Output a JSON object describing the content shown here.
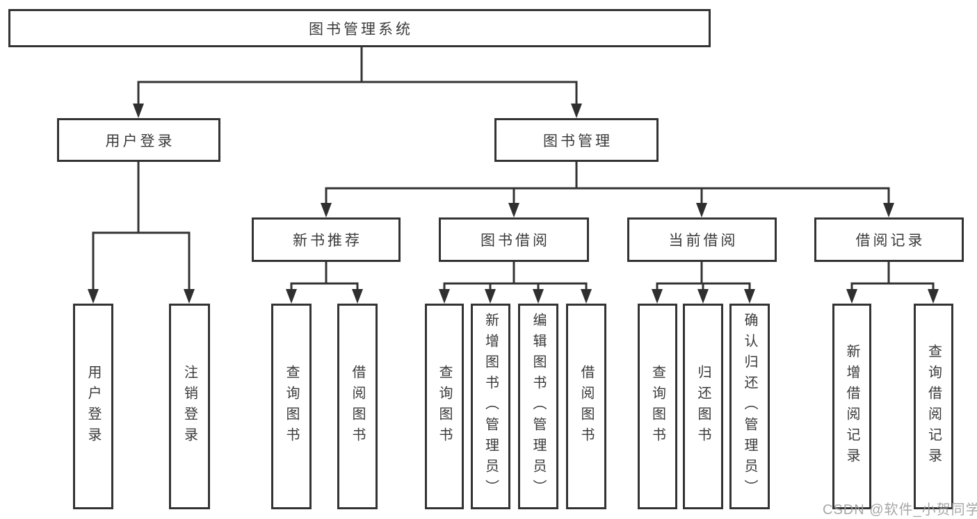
{
  "diagram": {
    "title": "图书管理系统",
    "root": {
      "label": "图书管理系统"
    },
    "user_login": {
      "label": "用户登录",
      "children": [
        {
          "label": "用户登录"
        },
        {
          "label": "注销登录"
        }
      ]
    },
    "book_management": {
      "label": "图书管理",
      "sections": [
        {
          "label": "新书推荐",
          "children": [
            {
              "label": "查询图书"
            },
            {
              "label": "借阅图书"
            }
          ]
        },
        {
          "label": "图书借阅",
          "children": [
            {
              "label": "查询图书"
            },
            {
              "label": "新增图书（管理员）"
            },
            {
              "label": "编辑图书（管理员）"
            },
            {
              "label": "借阅图书"
            }
          ]
        },
        {
          "label": "当前借阅",
          "children": [
            {
              "label": "查询图书"
            },
            {
              "label": "归还图书"
            },
            {
              "label": "确认归还（管理员）"
            }
          ]
        },
        {
          "label": "借阅记录",
          "children": [
            {
              "label": "新增借阅记录"
            },
            {
              "label": "查询借阅记录"
            }
          ]
        }
      ]
    }
  },
  "watermark": {
    "text": "CSDN @软件_小贺同学"
  },
  "colors": {
    "line": "#333333",
    "text": "#3a3a3a",
    "watermark": "#9e9e9e",
    "background": "#ffffff"
  }
}
